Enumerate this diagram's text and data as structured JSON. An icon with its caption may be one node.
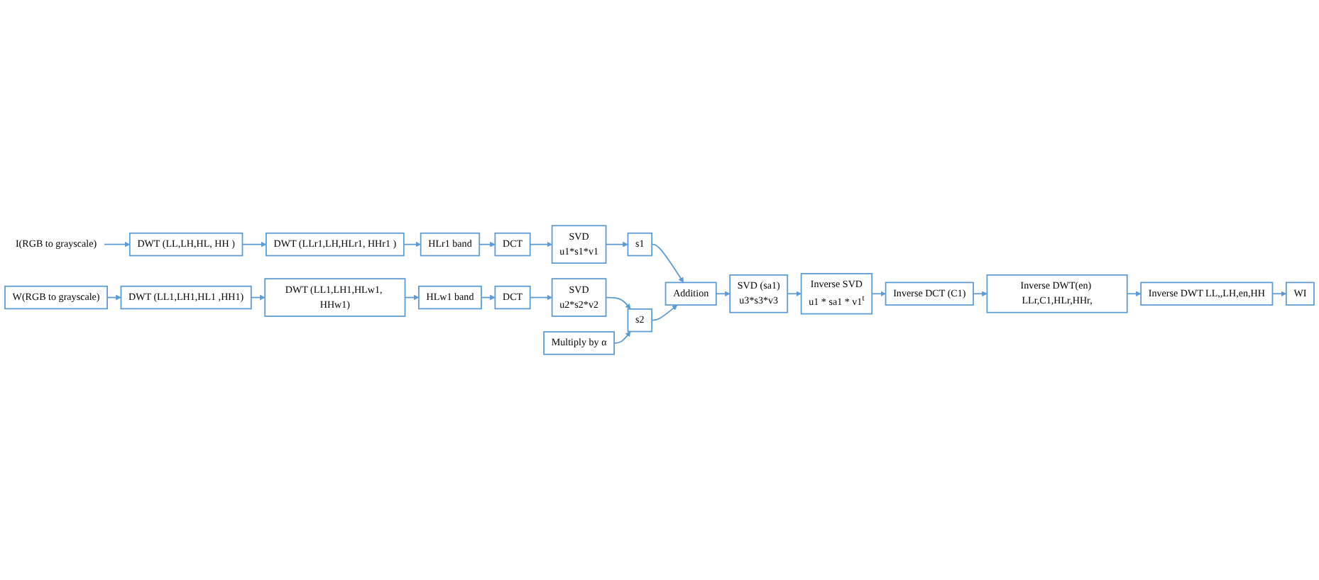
{
  "diagram": {
    "nodes": [
      {
        "text": [
          "I(RGB to grayscale)"
        ]
      },
      {
        "text": [
          "DWT (LL,LH,HL, HH )"
        ]
      },
      {
        "text": [
          "DWT (LLr1,LH,HLr1, HHr1 )"
        ]
      },
      {
        "text": [
          "HLr1 band"
        ]
      },
      {
        "text": [
          "DCT"
        ]
      },
      {
        "text": [
          "SVD",
          "u1*s1*v1"
        ]
      },
      {
        "text": [
          "s1"
        ]
      },
      {
        "text": [
          "W(RGB to grayscale)"
        ]
      },
      {
        "text": [
          "DWT (LL1,LH1,HL1 ,HH1)"
        ]
      },
      {
        "text": [
          "DWT (LL1,LH1,HLw1, HHw1)"
        ]
      },
      {
        "text": [
          "HLw1 band"
        ]
      },
      {
        "text": [
          "DCT"
        ]
      },
      {
        "text": [
          "SVD",
          "u2*s2*v2"
        ]
      },
      {
        "text": [
          "Addition"
        ]
      },
      {
        "text": [
          "Multiply by α"
        ]
      },
      {
        "text": [
          "s2"
        ]
      },
      {
        "text": [
          "SVD (sa1)",
          "u3*s3*v3"
        ]
      },
      {
        "text": [
          "Inverse SVD",
          "u1 * sa1 * v1$^{t}$"
        ]
      },
      {
        "text": [
          "Inverse DCT (C1)"
        ]
      },
      {
        "text": [
          "Inverse DWT(en) LLr,C1,HLr,HHr,"
        ]
      },
      {
        "text": [
          "Inverse DWT LL,,LH,en,HH"
        ]
      },
      {
        "text": [
          "WI"
        ]
      }
    ],
    "edges": [
      {
        "from": 0,
        "to": 1,
        "arrow": "to"
      },
      {
        "from": 1,
        "to": 2,
        "arrow": "to"
      },
      {
        "from": 2,
        "to": 3,
        "arrow": "to"
      },
      {
        "from": 3,
        "to": 4,
        "arrow": "to"
      },
      {
        "from": 4,
        "to": 5,
        "arrow": "to"
      },
      {
        "from": 5,
        "to": 6,
        "arrow": "to"
      },
      {
        "from": 6,
        "to": 13,
        "arrow": "to"
      },
      {
        "from": 7,
        "to": 8,
        "arrow": "to"
      },
      {
        "from": 8,
        "to": 9,
        "arrow": "to"
      },
      {
        "from": 9,
        "to": 10,
        "arrow": "to"
      },
      {
        "from": 10,
        "to": 11,
        "arrow": "to"
      },
      {
        "from": 11,
        "to": 12,
        "arrow": "to"
      },
      {
        "from": 12,
        "to": 15,
        "arrow": "to"
      },
      {
        "from": 14,
        "to": 15,
        "arrow": "to"
      },
      {
        "from": 15,
        "to": 13,
        "arrow": "to"
      },
      {
        "from": 13,
        "to": 16,
        "arrow": "to"
      },
      {
        "from": 16,
        "to": 17,
        "arrow": "to"
      },
      {
        "from": 17,
        "to": 18,
        "arrow": "to"
      },
      {
        "from": 18,
        "to": 19,
        "arrow": "to"
      },
      {
        "from": 19,
        "to": 20,
        "arrow": "to"
      },
      {
        "from": 20,
        "to": 21,
        "arrow": "to"
      }
    ]
  }
}
